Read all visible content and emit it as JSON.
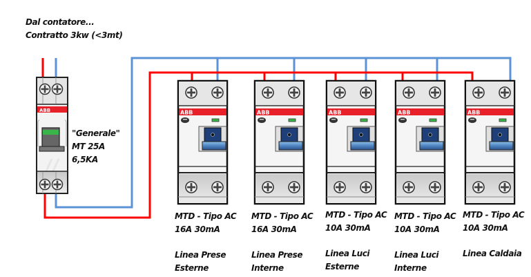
{
  "header": {
    "line1": "Dal contatore...",
    "line2": "Contratto 3kw (<3mt)"
  },
  "main_breaker": {
    "brand": "ABB",
    "name": "\"Generale\"",
    "type": "MT 25A",
    "breaking_capacity": "6,5KA",
    "indicator_color": "#39b54a"
  },
  "wires": {
    "phase_color": "#ff0000",
    "neutral_color": "#5b93d6"
  },
  "breakers": [
    {
      "brand": "ABB",
      "type": "MTD - Tipo AC",
      "rating": "16A 30mA",
      "line1": "Linea Prese",
      "line2": "Esterne"
    },
    {
      "brand": "ABB",
      "type": "MTD - Tipo AC",
      "rating": "16A 30mA",
      "line1": "Linea Prese",
      "line2": "Interne"
    },
    {
      "brand": "ABB",
      "type": "MTD - Tipo AC",
      "rating": "10A 30mA",
      "line1": "Linea Luci",
      "line2": "Esterne"
    },
    {
      "brand": "ABB",
      "type": "MTD - Tipo AC",
      "rating": "10A 30mA",
      "line1": "Linea Luci",
      "line2": "Interne"
    },
    {
      "brand": "ABB",
      "type": "MTD - Tipo AC",
      "rating": "10A 30mA",
      "line1": "Linea Caldaia",
      "line2": ""
    }
  ]
}
